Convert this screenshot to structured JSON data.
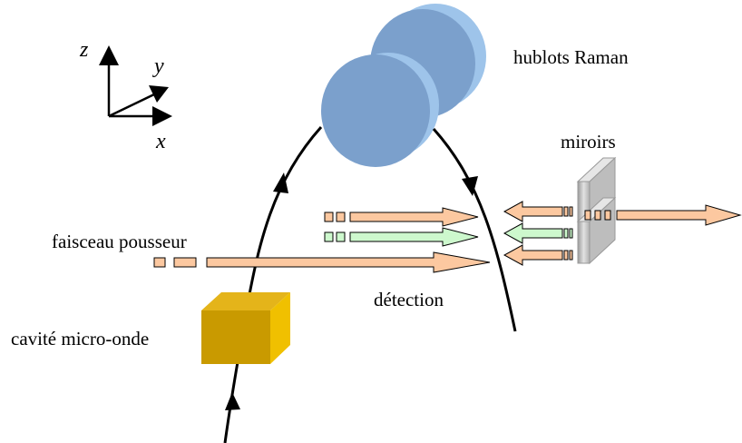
{
  "axes": {
    "z": "z",
    "y": "y",
    "x": "x"
  },
  "labels": {
    "hublots": "hublots Raman",
    "miroirs": "miroirs",
    "faisceau": "faisceau pousseur",
    "detection": "détection",
    "cavite": "cavité micro-onde"
  },
  "colors": {
    "window_face": "#7ba0cc",
    "window_edge": "#9ec4ea",
    "beam_orange": "#fcc8a0",
    "beam_green": "#cdf8cd",
    "cavity_front": "#c99a00",
    "cavity_top": "#e4b41a",
    "cavity_side": "#f0c000",
    "mirror": "#c8c8c8"
  }
}
